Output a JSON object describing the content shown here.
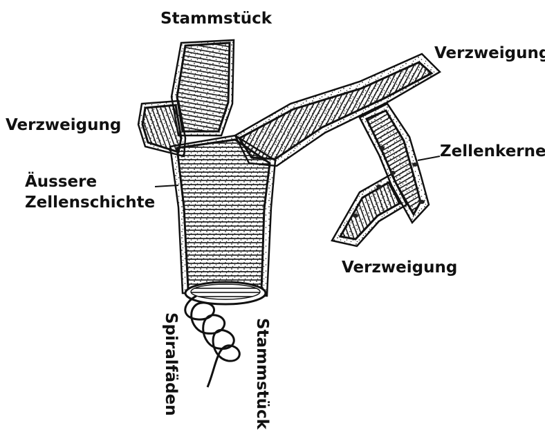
{
  "labels": {
    "top_trunk": "Stammstück",
    "branch_upper_right": "Verzweigung",
    "branch_left": "Verzweigung",
    "cell_nuclei": "Zellenkerne",
    "outer_cell_layer_line1": "Äussere",
    "outer_cell_layer_line2": "Zellenschichte",
    "branch_lower": "Verzweigung",
    "spiral_threads": "Spiralfäden",
    "bottom_trunk": "Stammstück"
  },
  "colors": {
    "ink": "#111111",
    "background": "#ffffff"
  }
}
